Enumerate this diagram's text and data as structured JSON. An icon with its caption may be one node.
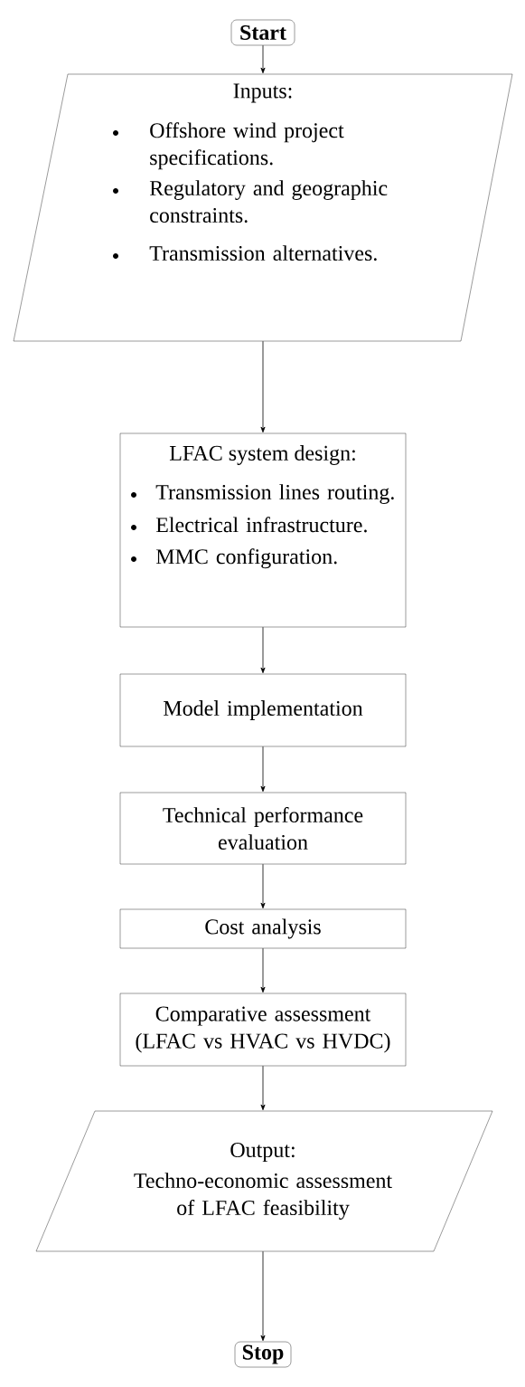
{
  "diagram": {
    "nodes": [
      {
        "text": [
          "Start"
        ]
      },
      {
        "text": [
          "Inputs:",
          "Offshore wind project specifications.",
          "Regulatory and geographic constraints.",
          "Transmission alternatives."
        ]
      },
      {
        "text": [
          "LFAC system design:",
          "Transmission lines routing.",
          "Electrical infrastructure.",
          "MMC configuration."
        ]
      },
      {
        "text": [
          "Model implementation"
        ]
      },
      {
        "text": [
          "Technical performance evaluation"
        ]
      },
      {
        "text": [
          "Cost analysis"
        ]
      },
      {
        "text": [
          "Comparative assessment (LFAC vs HVAC vs HVDC)"
        ]
      },
      {
        "text": [
          "Output:",
          "Techno-economic assessment of LFAC feasibility"
        ]
      },
      {
        "text": [
          "Stop"
        ]
      }
    ],
    "edges": [
      {
        "from": 0,
        "to": 1,
        "arrow": "to"
      },
      {
        "from": 1,
        "to": 2,
        "arrow": "to"
      },
      {
        "from": 2,
        "to": 3,
        "arrow": "to"
      },
      {
        "from": 3,
        "to": 4,
        "arrow": "to"
      },
      {
        "from": 4,
        "to": 5,
        "arrow": "to"
      },
      {
        "from": 5,
        "to": 6,
        "arrow": "to"
      },
      {
        "from": 6,
        "to": 7,
        "arrow": "to"
      },
      {
        "from": 7,
        "to": 8,
        "arrow": "to"
      }
    ]
  }
}
